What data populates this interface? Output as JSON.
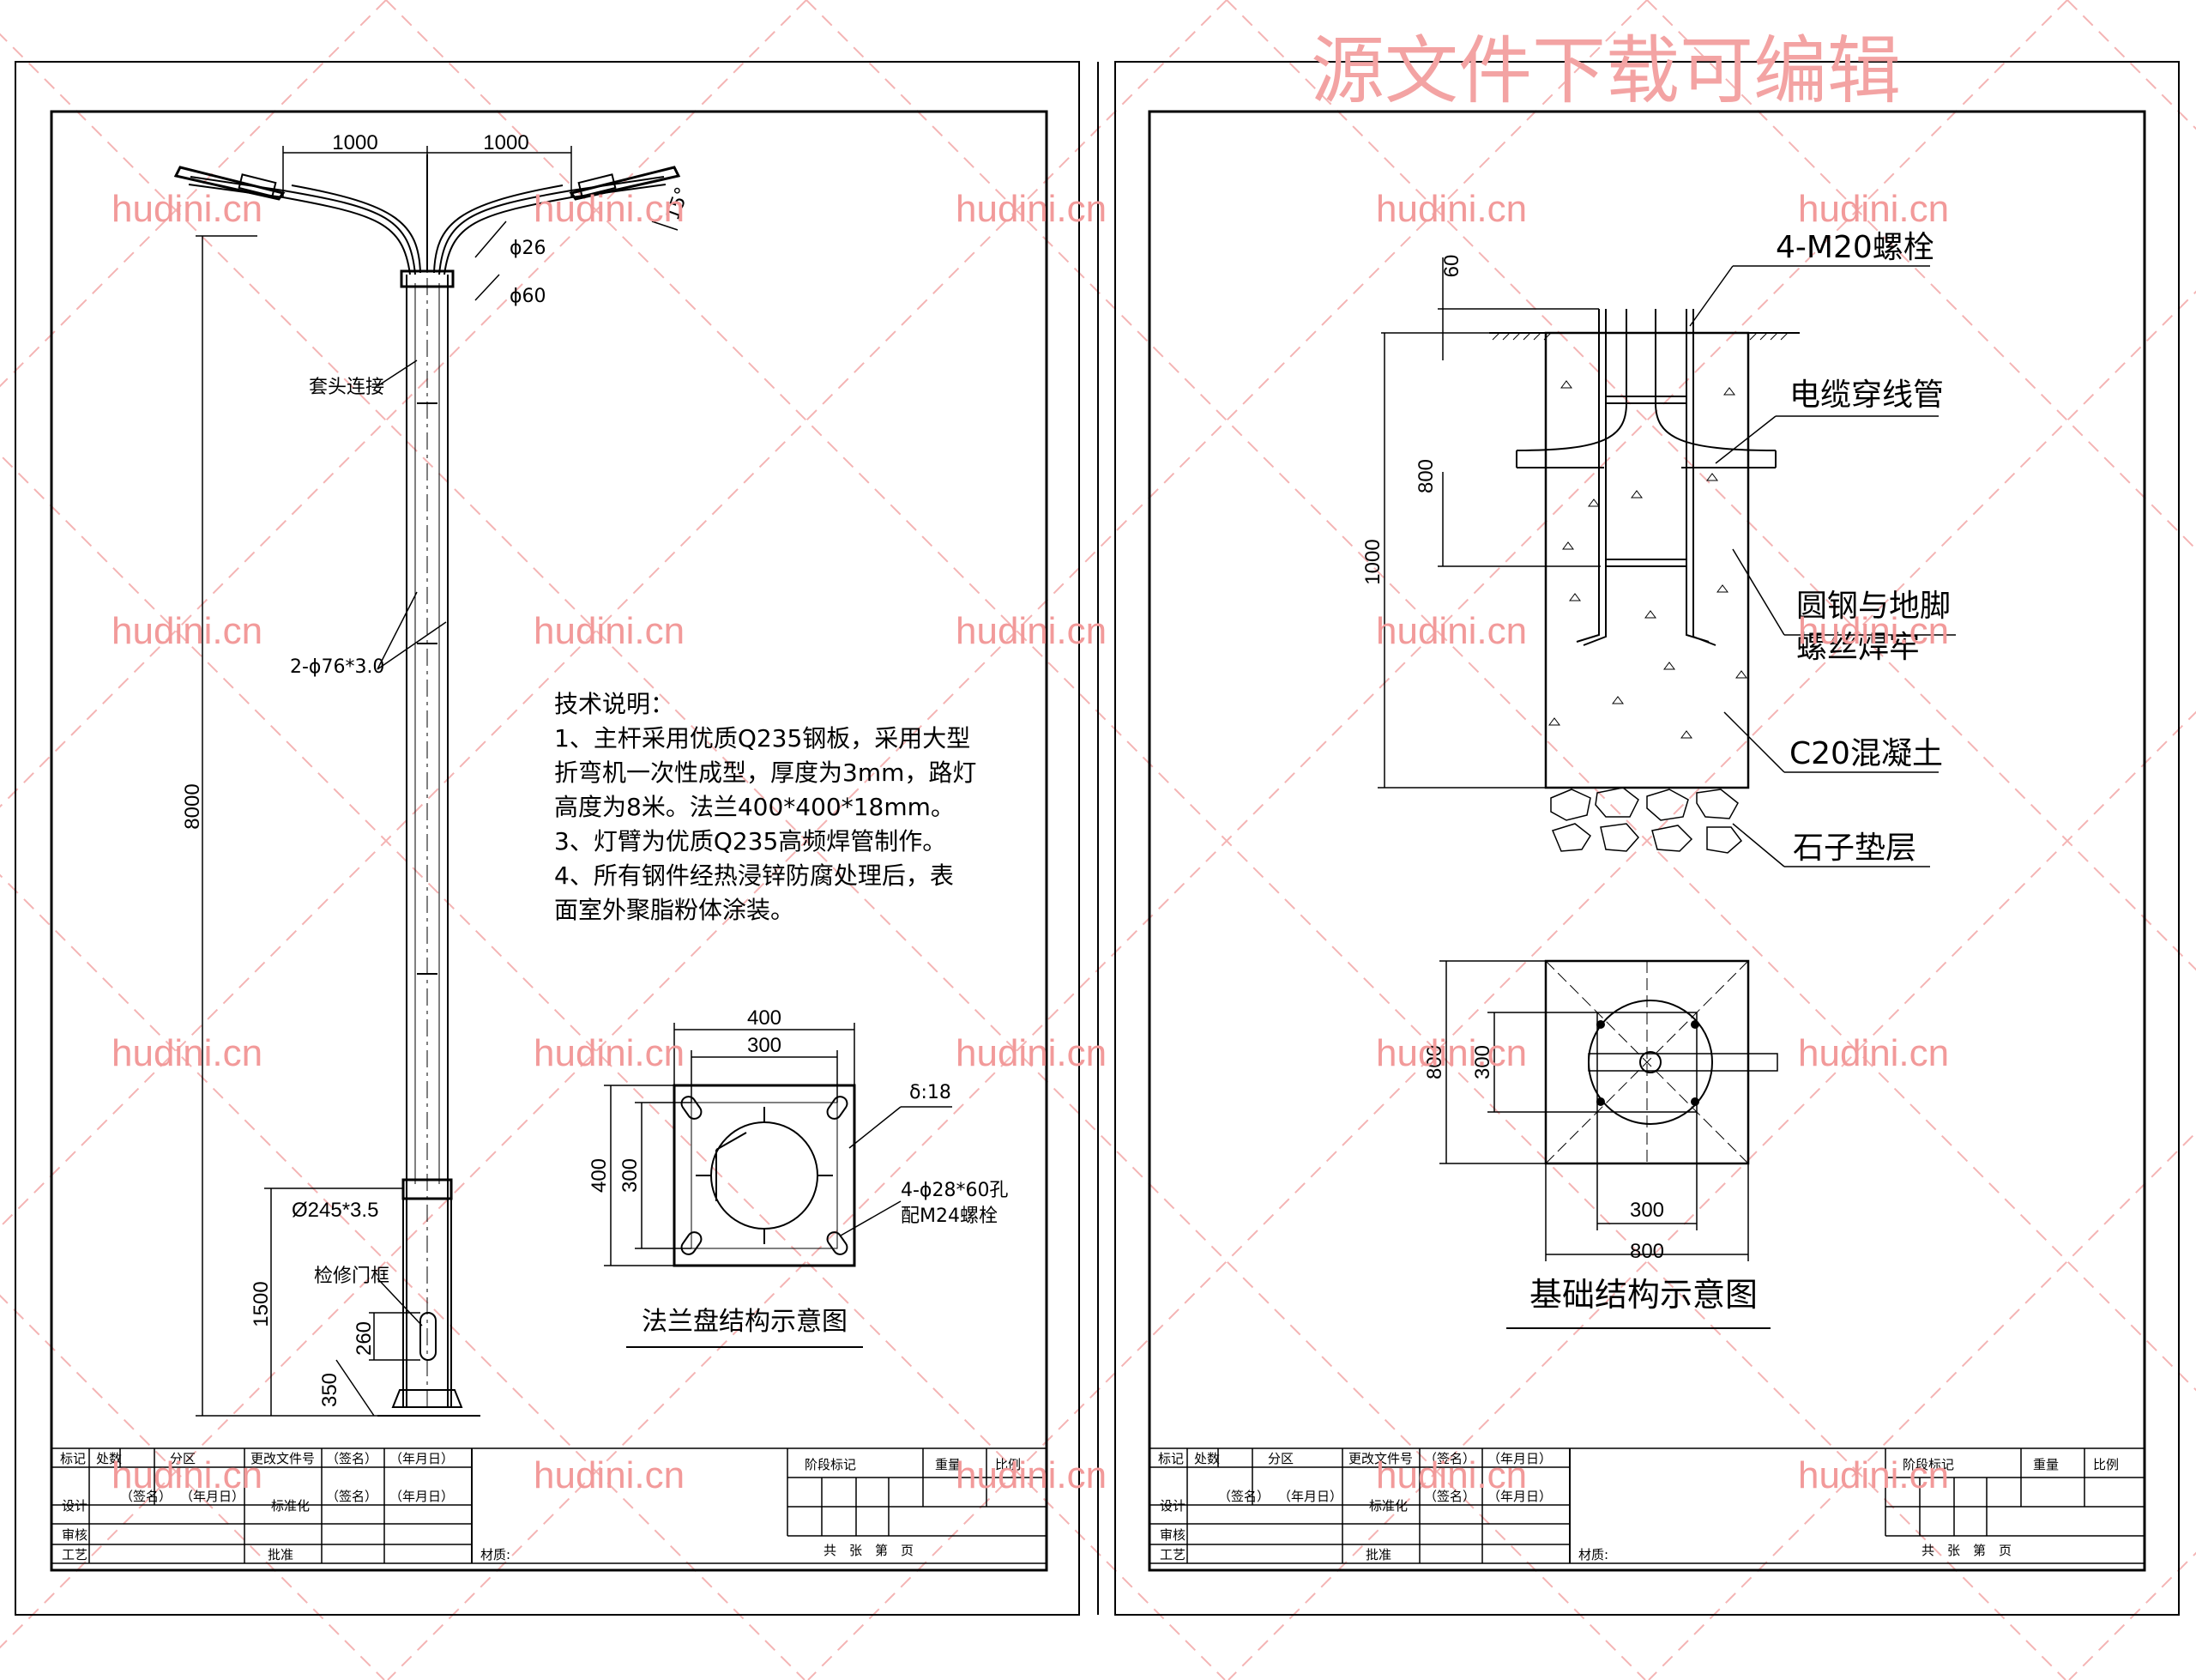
{
  "watermark": {
    "top_text": "源文件下载可编辑",
    "tile_text": "hudini.cn",
    "color": "#f29a9a"
  },
  "left_sheet": {
    "pole": {
      "dim_arm_left": "1000",
      "dim_arm_right": "1000",
      "angle": "15°",
      "dia_26": "ϕ26",
      "dia_60": "ϕ60",
      "sleeve_joint": "套头连接",
      "dia_76": "2-ϕ76*3.0",
      "height_total": "8000",
      "base_dia": "Ø245*3.5",
      "h_1500": "1500",
      "door_frame": "检修门框",
      "h_260": "260",
      "h_350": "350"
    },
    "tech_notes": {
      "heading": "技术说明：",
      "lines": [
        "1、主杆采用优质Q235钢板，采用大型",
        "折弯机一次性成型，厚度为3mm，路灯",
        "高度为8米。法兰400*400*18mm。",
        "3、灯臂为优质Q235高频焊管制作。",
        "4、所有钢件经热浸锌防腐处理后，表",
        "面室外聚脂粉体涂装。"
      ]
    },
    "flange": {
      "w_400": "400",
      "w_300": "300",
      "h_400": "400",
      "h_300": "300",
      "thickness": "δ:18",
      "holes_line1": "4-ϕ28*60孔",
      "holes_line2": "配M24螺栓",
      "caption": "法兰盘结构示意图"
    }
  },
  "right_sheet": {
    "foundation_section": {
      "bolts": "4-M20螺栓",
      "cable_duct": "电缆穿线管",
      "weld_line1": "圆钢与地脚",
      "weld_line2": "螺丝焊牢",
      "concrete": "C20混凝土",
      "gravel": "石子垫层",
      "dim_60": "60",
      "dim_800": "800",
      "dim_1000": "1000"
    },
    "foundation_plan": {
      "dim_800_v": "800",
      "dim_300_v": "300",
      "dim_300_h": "300",
      "dim_800_h": "800",
      "caption": "基础结构示意图"
    }
  },
  "title_block": {
    "left": {
      "r1": [
        "标记",
        "处数",
        "分区",
        "更改文件号",
        "（签名）",
        "（年月日）"
      ],
      "r2": [
        "设计",
        "（签名）",
        "（年月日）",
        "标准化",
        "（签名）",
        "（年月日）"
      ],
      "r3": [
        "审核"
      ],
      "r4": [
        "工艺",
        "批准",
        "材质:"
      ],
      "stage": "阶段标记",
      "weight": "重量",
      "scale": "比例",
      "sheets": "共　张　第　页"
    },
    "right": {
      "r1": [
        "标记",
        "处数",
        "分区",
        "更改文件号",
        "（签名）",
        "（年月日）"
      ],
      "r2": [
        "设计",
        "（签名）",
        "（年月日）",
        "标准化",
        "（签名）",
        "（年月日）"
      ],
      "r3": [
        "审核"
      ],
      "r4": [
        "工艺",
        "批准",
        "材质:"
      ],
      "stage": "阶段标记",
      "weight": "重量",
      "scale": "比例",
      "sheets": "共　张　第　页"
    }
  }
}
